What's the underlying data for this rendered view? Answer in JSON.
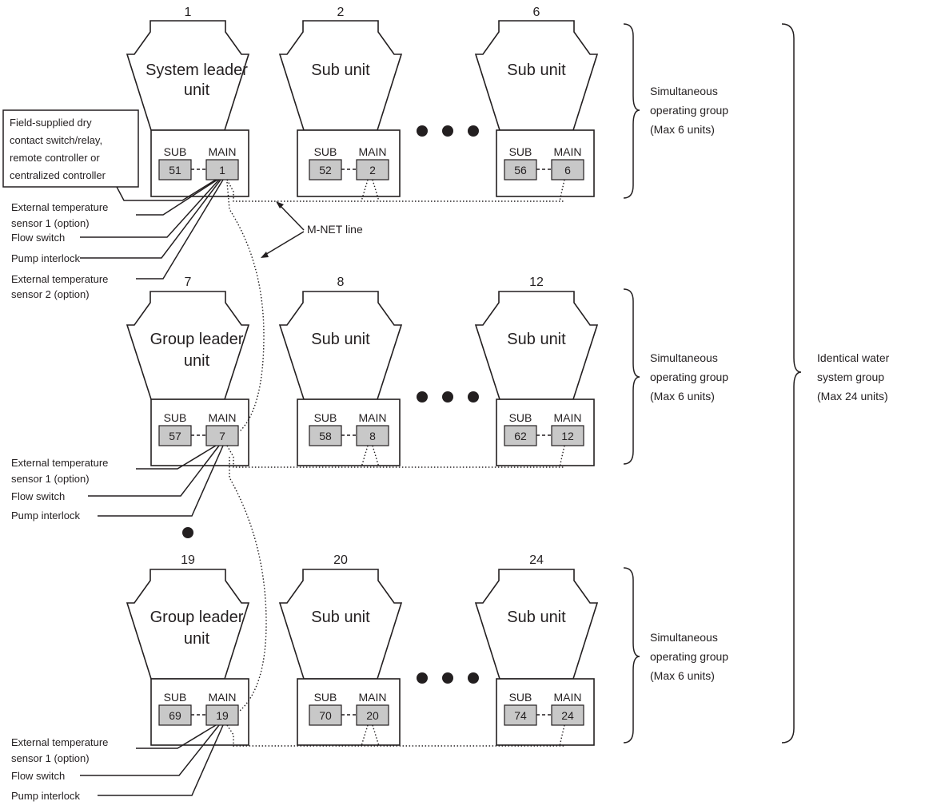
{
  "rows": [
    {
      "units": [
        {
          "number": "1",
          "label": [
            "System leader",
            "unit"
          ],
          "sub_label": "SUB",
          "main_label": "MAIN",
          "sub_addr": "51",
          "main_addr": "1"
        },
        {
          "number": "2",
          "label": [
            "Sub unit"
          ],
          "sub_label": "SUB",
          "main_label": "MAIN",
          "sub_addr": "52",
          "main_addr": "2"
        },
        {
          "number": "6",
          "label": [
            "Sub unit"
          ],
          "sub_label": "SUB",
          "main_label": "MAIN",
          "sub_addr": "56",
          "main_addr": "6"
        }
      ],
      "group_label": [
        "Simultaneous",
        "operating group",
        "(Max 6 units)"
      ]
    },
    {
      "units": [
        {
          "number": "7",
          "label": [
            "Group leader",
            "unit"
          ],
          "sub_label": "SUB",
          "main_label": "MAIN",
          "sub_addr": "57",
          "main_addr": "7"
        },
        {
          "number": "8",
          "label": [
            "Sub unit"
          ],
          "sub_label": "SUB",
          "main_label": "MAIN",
          "sub_addr": "58",
          "main_addr": "8"
        },
        {
          "number": "12",
          "label": [
            "Sub unit"
          ],
          "sub_label": "SUB",
          "main_label": "MAIN",
          "sub_addr": "62",
          "main_addr": "12"
        }
      ],
      "group_label": [
        "Simultaneous",
        "operating group",
        "(Max 6 units)"
      ]
    },
    {
      "units": [
        {
          "number": "19",
          "label": [
            "Group leader",
            "unit"
          ],
          "sub_label": "SUB",
          "main_label": "MAIN",
          "sub_addr": "69",
          "main_addr": "19"
        },
        {
          "number": "20",
          "label": [
            "Sub unit"
          ],
          "sub_label": "SUB",
          "main_label": "MAIN",
          "sub_addr": "70",
          "main_addr": "20"
        },
        {
          "number": "24",
          "label": [
            "Sub unit"
          ],
          "sub_label": "SUB",
          "main_label": "MAIN",
          "sub_addr": "74",
          "main_addr": "24"
        }
      ],
      "group_label": [
        "Simultaneous",
        "operating group",
        "(Max 6 units)"
      ]
    }
  ],
  "field_box": [
    "Field-supplied dry",
    "contact switch/relay,",
    "remote controller or",
    "centralized controller"
  ],
  "row1_connections": [
    "External temperature",
    "sensor 1 (option)",
    "Flow switch",
    "Pump interlock",
    "External temperature",
    "sensor 2 (option)"
  ],
  "row2_connections": [
    "External temperature",
    "sensor 1 (option)",
    "Flow switch",
    "Pump interlock"
  ],
  "row3_connections": [
    "External temperature",
    "sensor 1 (option)",
    "Flow switch",
    "Pump interlock"
  ],
  "mnet_label": "M-NET line",
  "system_group_label": [
    "Identical water",
    "system group",
    "(Max 24 units)"
  ]
}
